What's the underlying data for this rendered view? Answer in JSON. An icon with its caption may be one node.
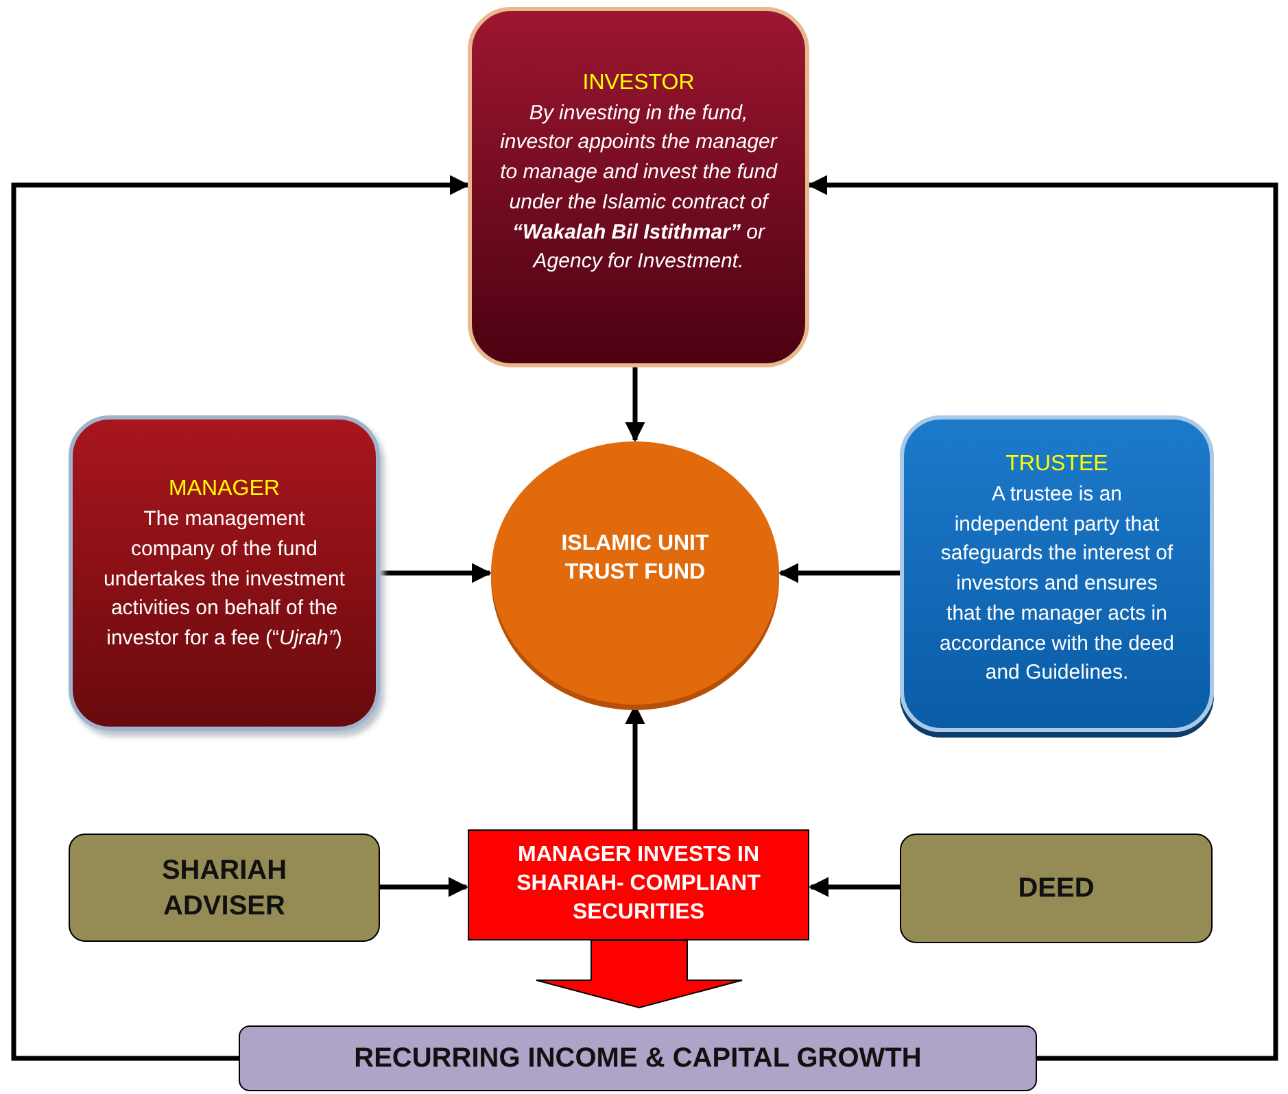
{
  "diagram": {
    "nodes": [
      {
        "text": [
          "INVESTOR",
          "By investing in the fund, investor appoints the manager to manage and invest the fund under the Islamic contract of **“Wakalah Bil Istithmar”** or Agency for Investment."
        ]
      },
      {
        "text": [
          "MANAGER",
          "The management company of the fund undertakes the investment activities on behalf of the investor for a fee (“*Ujrah”*)"
        ]
      },
      {
        "text": [
          "ISLAMIC UNIT TRUST FUND"
        ]
      },
      {
        "text": [
          "TRUSTEE",
          "A trustee is an independent party that safeguards the interest of investors and ensures that the manager acts in accordance with the deed and Guidelines."
        ]
      },
      {
        "text": [
          "SHARIAH ADVISER"
        ]
      },
      {
        "text": [
          "MANAGER INVESTS IN SHARIAH- COMPLIANT SECURITIES"
        ]
      },
      {
        "text": [
          "DEED"
        ]
      },
      {
        "text": [
          "RECURRING INCOME & CAPITAL GROWTH"
        ]
      }
    ],
    "edges": [
      {
        "from": 0,
        "to": 2,
        "arrow": "to"
      },
      {
        "from": 1,
        "to": 2,
        "arrow": "to"
      },
      {
        "from": 3,
        "to": 2,
        "arrow": "to"
      },
      {
        "from": 5,
        "to": 2,
        "arrow": "to"
      },
      {
        "from": 4,
        "to": 5,
        "arrow": "to"
      },
      {
        "from": 6,
        "to": 5,
        "arrow": "to"
      },
      {
        "from": 5,
        "to": 7,
        "arrow": "to",
        "style": "thick",
        "color": "#ff0000"
      },
      {
        "from": 7,
        "to": 0,
        "arrow": "to"
      },
      {
        "from": 7,
        "to": 0,
        "arrow": "to"
      }
    ]
  }
}
